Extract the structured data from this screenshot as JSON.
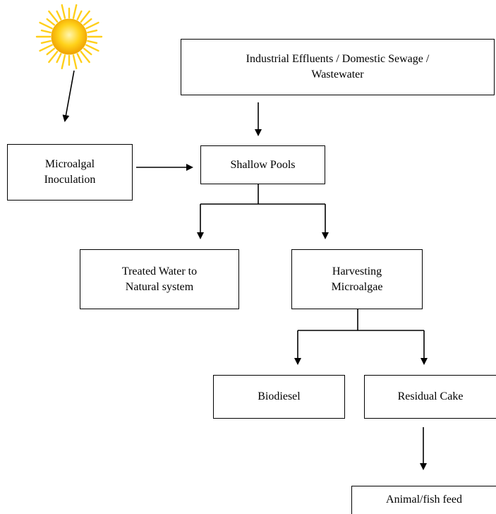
{
  "diagram": {
    "nodes": {
      "effluents": {
        "line1": "Industrial Effluents / Domestic Sewage /",
        "line2": "Wastewater"
      },
      "inoculation": {
        "line1": "Microalgal",
        "line2": "Inoculation"
      },
      "pools": {
        "line1": "Shallow Pools"
      },
      "treated": {
        "line1": "Treated Water to",
        "line2": "Natural system"
      },
      "harvesting": {
        "line1": "Harvesting",
        "line2": "Microalgae"
      },
      "biodiesel": {
        "line1": "Biodiesel"
      },
      "cake": {
        "line1": "Residual Cake"
      },
      "feed": {
        "line1": "Animal/fish feed"
      }
    },
    "edges": [
      {
        "from": "sun",
        "to": "inoculation"
      },
      {
        "from": "effluents",
        "to": "pools"
      },
      {
        "from": "inoculation",
        "to": "pools"
      },
      {
        "from": "pools",
        "to": "treated"
      },
      {
        "from": "pools",
        "to": "harvesting"
      },
      {
        "from": "harvesting",
        "to": "biodiesel"
      },
      {
        "from": "harvesting",
        "to": "cake"
      },
      {
        "from": "cake",
        "to": "feed"
      }
    ],
    "sun_icon": "sun-icon",
    "colors": {
      "line": "#000000",
      "sun_core": "#f6b400",
      "sun_rays": "#ffd21a"
    }
  }
}
